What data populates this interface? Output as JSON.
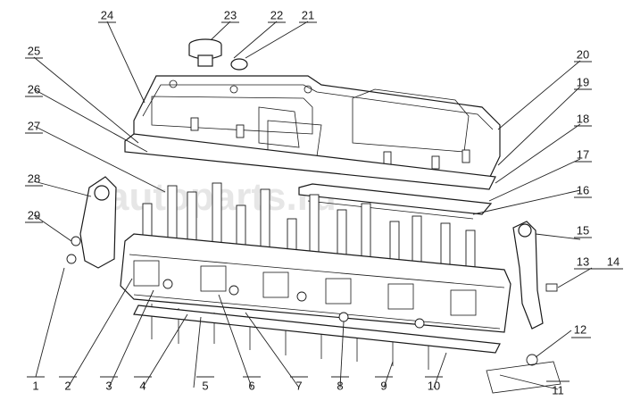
{
  "diagram": {
    "watermark": "autoparts.ru",
    "callouts": [
      "1",
      "2",
      "3",
      "4",
      "5",
      "6",
      "7",
      "8",
      "9",
      "10",
      "11",
      "12",
      "13",
      "14",
      "15",
      "16",
      "17",
      "18",
      "19",
      "20",
      "21",
      "22",
      "23",
      "24",
      "25",
      "26",
      "27",
      "28",
      "29"
    ]
  }
}
